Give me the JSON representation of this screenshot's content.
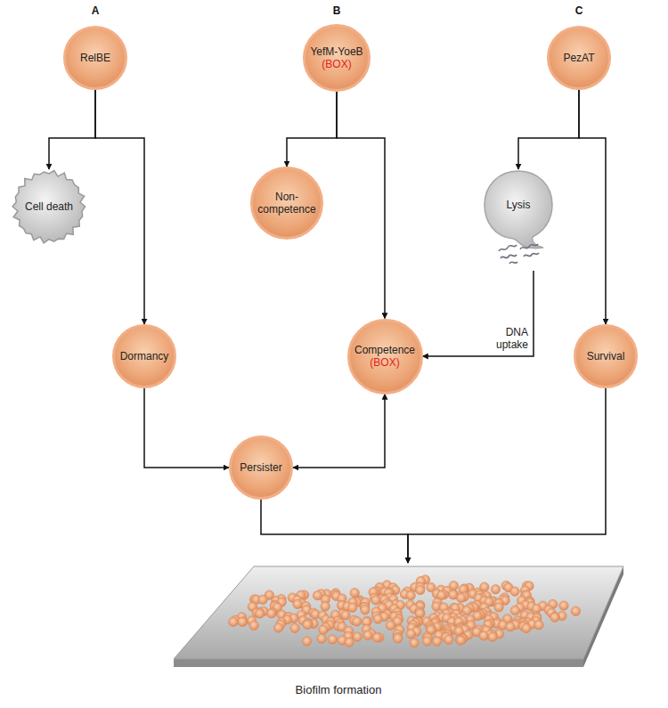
{
  "diagram": {
    "nodes": [
      {
        "text": [
          "RelBE"
        ]
      },
      {
        "text": [
          "YefM-YoeB",
          "(BOX)"
        ]
      },
      {
        "text": [
          "PezAT"
        ]
      },
      {
        "text": [
          "Cell death"
        ]
      },
      {
        "text": [
          "Non-competence"
        ]
      },
      {
        "text": [
          "Lysis"
        ]
      },
      {
        "text": [
          "Dormancy"
        ]
      },
      {
        "text": [
          "Competence",
          "(BOX)"
        ]
      },
      {
        "text": [
          "Survival"
        ]
      },
      {
        "text": [
          "Persister"
        ]
      },
      {
        "text": [
          "Biofilm formation"
        ]
      }
    ],
    "edges": [
      {
        "from": 0,
        "to": 3,
        "arrow": "to"
      },
      {
        "from": 0,
        "to": 6,
        "arrow": "to"
      },
      {
        "from": 1,
        "to": 4,
        "arrow": "to"
      },
      {
        "from": 1,
        "to": 7,
        "arrow": "to"
      },
      {
        "from": 2,
        "to": 5,
        "arrow": "to"
      },
      {
        "from": 2,
        "to": 8,
        "arrow": "to"
      },
      {
        "from": 5,
        "to": 7,
        "label": "DNA uptake",
        "arrow": "to"
      },
      {
        "from": 6,
        "to": 9,
        "arrow": "to"
      },
      {
        "from": 9,
        "to": 7,
        "arrow": "both"
      },
      {
        "from": 9,
        "to": 10,
        "arrow": "to"
      },
      {
        "from": 8,
        "to": 10,
        "arrow": "to"
      }
    ],
    "labels": [
      "A",
      "B",
      "C"
    ]
  }
}
